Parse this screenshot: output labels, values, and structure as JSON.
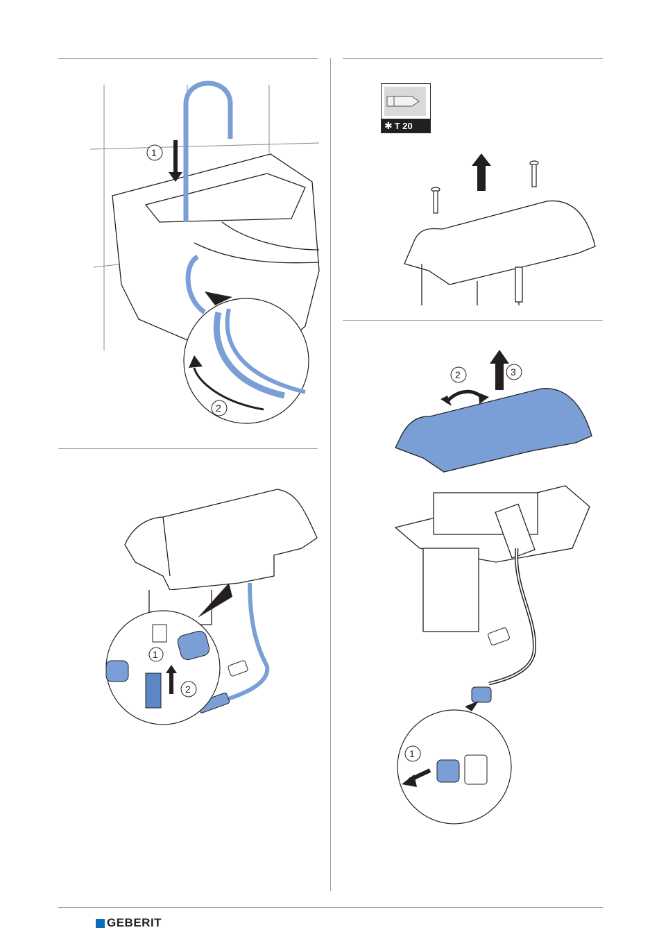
{
  "tool": {
    "label": "T 20",
    "icon": "torx-icon"
  },
  "panels": {
    "p1": {
      "step1": "1",
      "step2": "2"
    },
    "p2": {
      "step1": "1",
      "step2": "2"
    },
    "p4": {
      "step1": "1",
      "step2": "2",
      "step3": "3"
    }
  },
  "footer": {
    "brand": "GEBERIT"
  },
  "colors": {
    "accent_blue": "#7a9fd6",
    "brand_blue": "#0a6fb7",
    "line": "#231f20"
  }
}
